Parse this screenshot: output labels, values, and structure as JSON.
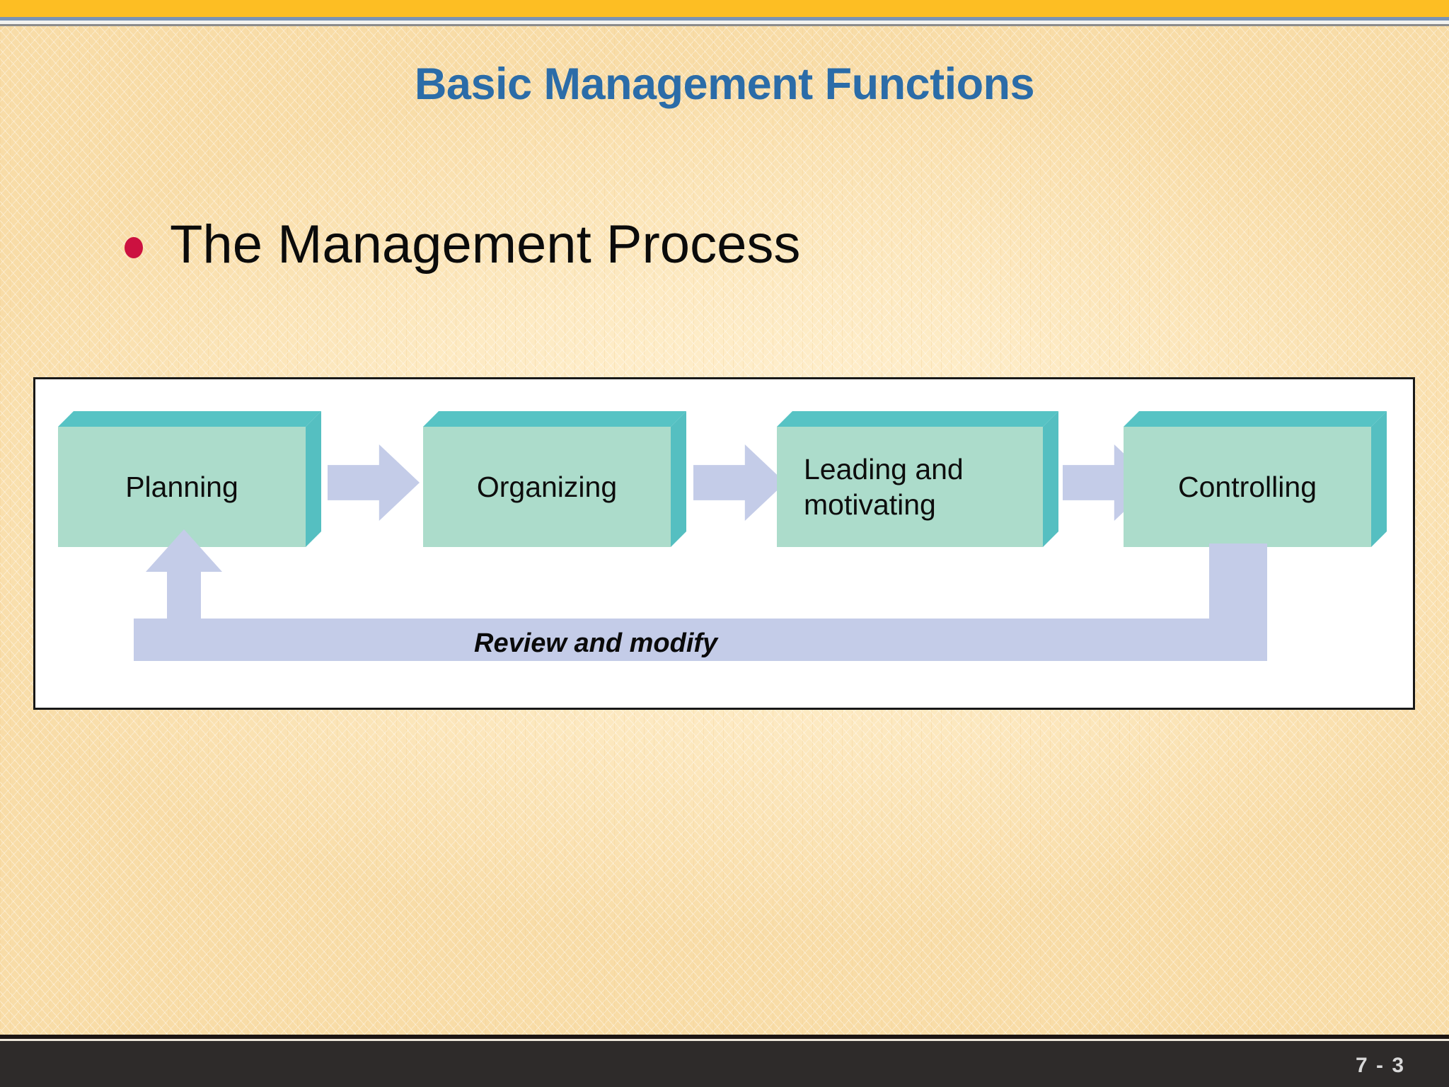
{
  "slide": {
    "title": "Basic Management Functions",
    "title_color": "#2B6CA8",
    "background_color": "#FCE8C0",
    "accent_band_color": "#FDBE23"
  },
  "body": {
    "bullets": [
      {
        "text": "The Management Process",
        "bullet_glyph": "bullet-dot",
        "bullet_color": "#CC1140"
      }
    ]
  },
  "diagram": {
    "caption": "The Management Process",
    "box_fill_color": "#ACDCCB",
    "box_edge_color": "#57C3C4",
    "arrow_color": "#C4CCE8",
    "frame_border_color": "#181818",
    "frame_background": "#FFFFFF",
    "steps": [
      {
        "label": "Planning"
      },
      {
        "label": "Organizing"
      },
      {
        "label": "Leading and\nmotivating",
        "line1": "Leading and",
        "line2": "motivating"
      },
      {
        "label": "Controlling"
      }
    ],
    "feedback": {
      "label": "Review and modify",
      "from": "Controlling",
      "to": "Planning"
    }
  },
  "footer": {
    "page_number": "7 - 3",
    "bar_color": "#2E2B2A",
    "text_color": "#D9D9D9"
  }
}
